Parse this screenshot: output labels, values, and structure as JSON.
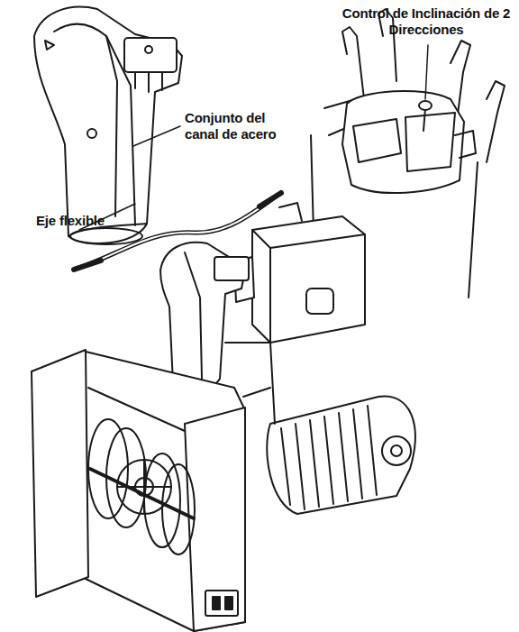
{
  "diagram": {
    "labels": [
      "Conjunto del canal de acero",
      "Eje flexible",
      "Control de Inclinación de 2 Direcciones"
    ]
  }
}
